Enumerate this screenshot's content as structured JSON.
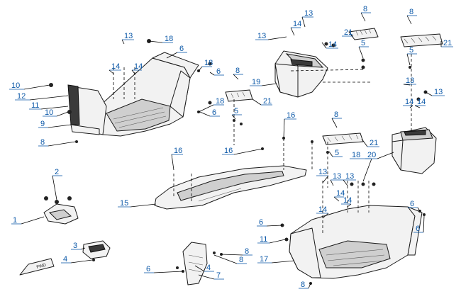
{
  "diagram": {
    "fwd_label": "FWD",
    "callouts": [
      {
        "label": "1",
        "name": "callout-1"
      },
      {
        "label": "2",
        "name": "callout-2"
      },
      {
        "label": "3",
        "name": "callout-3"
      },
      {
        "label": "4",
        "name": "callout-4-left"
      },
      {
        "label": "4",
        "name": "callout-4-middle"
      },
      {
        "label": "5",
        "name": "callout-5-upper-middle"
      },
      {
        "label": "5",
        "name": "callout-5-upper-right"
      },
      {
        "label": "5",
        "name": "callout-5-middle"
      },
      {
        "label": "5",
        "name": "callout-5-lower"
      },
      {
        "label": "6",
        "name": "callout-6-upper-left"
      },
      {
        "label": "6",
        "name": "callout-6-upper-left-b"
      },
      {
        "label": "6",
        "name": "callout-6-middle"
      },
      {
        "label": "6",
        "name": "callout-6-bottom-left"
      },
      {
        "label": "6",
        "name": "callout-6-right-a"
      },
      {
        "label": "6",
        "name": "callout-6-right-b"
      },
      {
        "label": "6",
        "name": "callout-6-right-floor"
      },
      {
        "label": "7",
        "name": "callout-7"
      },
      {
        "label": "8",
        "name": "callout-8-left"
      },
      {
        "label": "8",
        "name": "callout-8-middle"
      },
      {
        "label": "8",
        "name": "callout-8-upper-middle"
      },
      {
        "label": "8",
        "name": "callout-8-upper-right"
      },
      {
        "label": "8",
        "name": "callout-8-lower-bracket"
      },
      {
        "label": "8",
        "name": "callout-8-bottom-a"
      },
      {
        "label": "8",
        "name": "callout-8-bottom-b"
      },
      {
        "label": "8",
        "name": "callout-8-floor"
      },
      {
        "label": "9",
        "name": "callout-9"
      },
      {
        "label": "10",
        "name": "callout-10-a"
      },
      {
        "label": "10",
        "name": "callout-10-b"
      },
      {
        "label": "11",
        "name": "callout-11-left"
      },
      {
        "label": "11",
        "name": "callout-11-right"
      },
      {
        "label": "12",
        "name": "callout-12"
      },
      {
        "label": "13",
        "name": "callout-13-left"
      },
      {
        "label": "13",
        "name": "callout-13-upper-middle-a"
      },
      {
        "label": "13",
        "name": "callout-13-upper-middle-b"
      },
      {
        "label": "13",
        "name": "callout-13-right-a"
      },
      {
        "label": "13",
        "name": "callout-13-right-b"
      },
      {
        "label": "13",
        "name": "callout-13-lower-a"
      },
      {
        "label": "13",
        "name": "callout-13-lower-b"
      },
      {
        "label": "13",
        "name": "callout-13-lower-c"
      },
      {
        "label": "14",
        "name": "callout-14-left-a"
      },
      {
        "label": "14",
        "name": "callout-14-left-b"
      },
      {
        "label": "14",
        "name": "callout-14-upper-middle-a"
      },
      {
        "label": "14",
        "name": "callout-14-upper-middle-b"
      },
      {
        "label": "14",
        "name": "callout-14-right-a"
      },
      {
        "label": "14",
        "name": "callout-14-right-b"
      },
      {
        "label": "14",
        "name": "callout-14-lower-a"
      },
      {
        "label": "14",
        "name": "callout-14-lower-b"
      },
      {
        "label": "14",
        "name": "callout-14-lower-c"
      },
      {
        "label": "15",
        "name": "callout-15"
      },
      {
        "label": "16",
        "name": "callout-16-a"
      },
      {
        "label": "16",
        "name": "callout-16-b"
      },
      {
        "label": "16",
        "name": "callout-16-c"
      },
      {
        "label": "17",
        "name": "callout-17"
      },
      {
        "label": "18",
        "name": "callout-18-a"
      },
      {
        "label": "18",
        "name": "callout-18-b"
      },
      {
        "label": "18",
        "name": "callout-18-c"
      },
      {
        "label": "18",
        "name": "callout-18-d"
      },
      {
        "label": "19",
        "name": "callout-19"
      },
      {
        "label": "20",
        "name": "callout-20"
      },
      {
        "label": "21",
        "name": "callout-21-middle"
      },
      {
        "label": "21",
        "name": "callout-21-upper-middle"
      },
      {
        "label": "21",
        "name": "callout-21-upper-right"
      },
      {
        "label": "21",
        "name": "callout-21-lower"
      }
    ]
  }
}
